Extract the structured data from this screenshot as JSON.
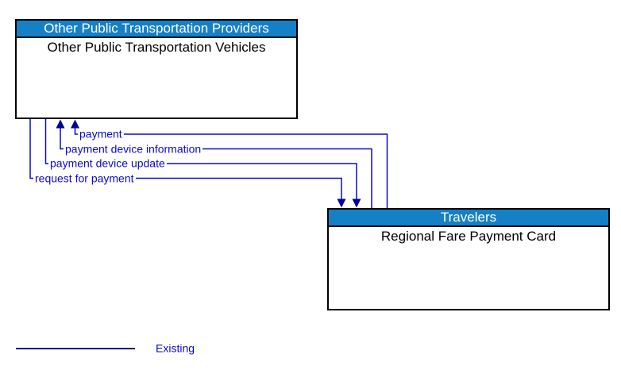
{
  "boxes": [
    {
      "id": "other-public-transportation",
      "header": "Other Public Transportation Providers",
      "element": "Other Public Transportation Vehicles"
    },
    {
      "id": "travelers",
      "header": "Travelers",
      "element": "Regional Fare Payment Card"
    }
  ],
  "flows": [
    {
      "label": "payment",
      "from": "Regional Fare Payment Card",
      "to": "Other Public Transportation Vehicles",
      "direction": "up",
      "status": "existing"
    },
    {
      "label": "payment device information",
      "from": "Regional Fare Payment Card",
      "to": "Other Public Transportation Vehicles",
      "direction": "up",
      "status": "existing"
    },
    {
      "label": "payment device update",
      "from": "Other Public Transportation Vehicles",
      "to": "Regional Fare Payment Card",
      "direction": "down",
      "status": "existing"
    },
    {
      "label": "request for payment",
      "from": "Other Public Transportation Vehicles",
      "to": "Regional Fare Payment Card",
      "direction": "down",
      "status": "existing"
    }
  ],
  "legend": {
    "items": [
      {
        "label": "Existing",
        "line_style": "solid"
      }
    ]
  },
  "colors": {
    "header_fill": "#1580C6",
    "flow_line": "#0A0ACD",
    "arrow_fill": "#000099",
    "legend_line": "#000080",
    "flow_text": "#0A0ACD",
    "box_border": "#000000"
  }
}
